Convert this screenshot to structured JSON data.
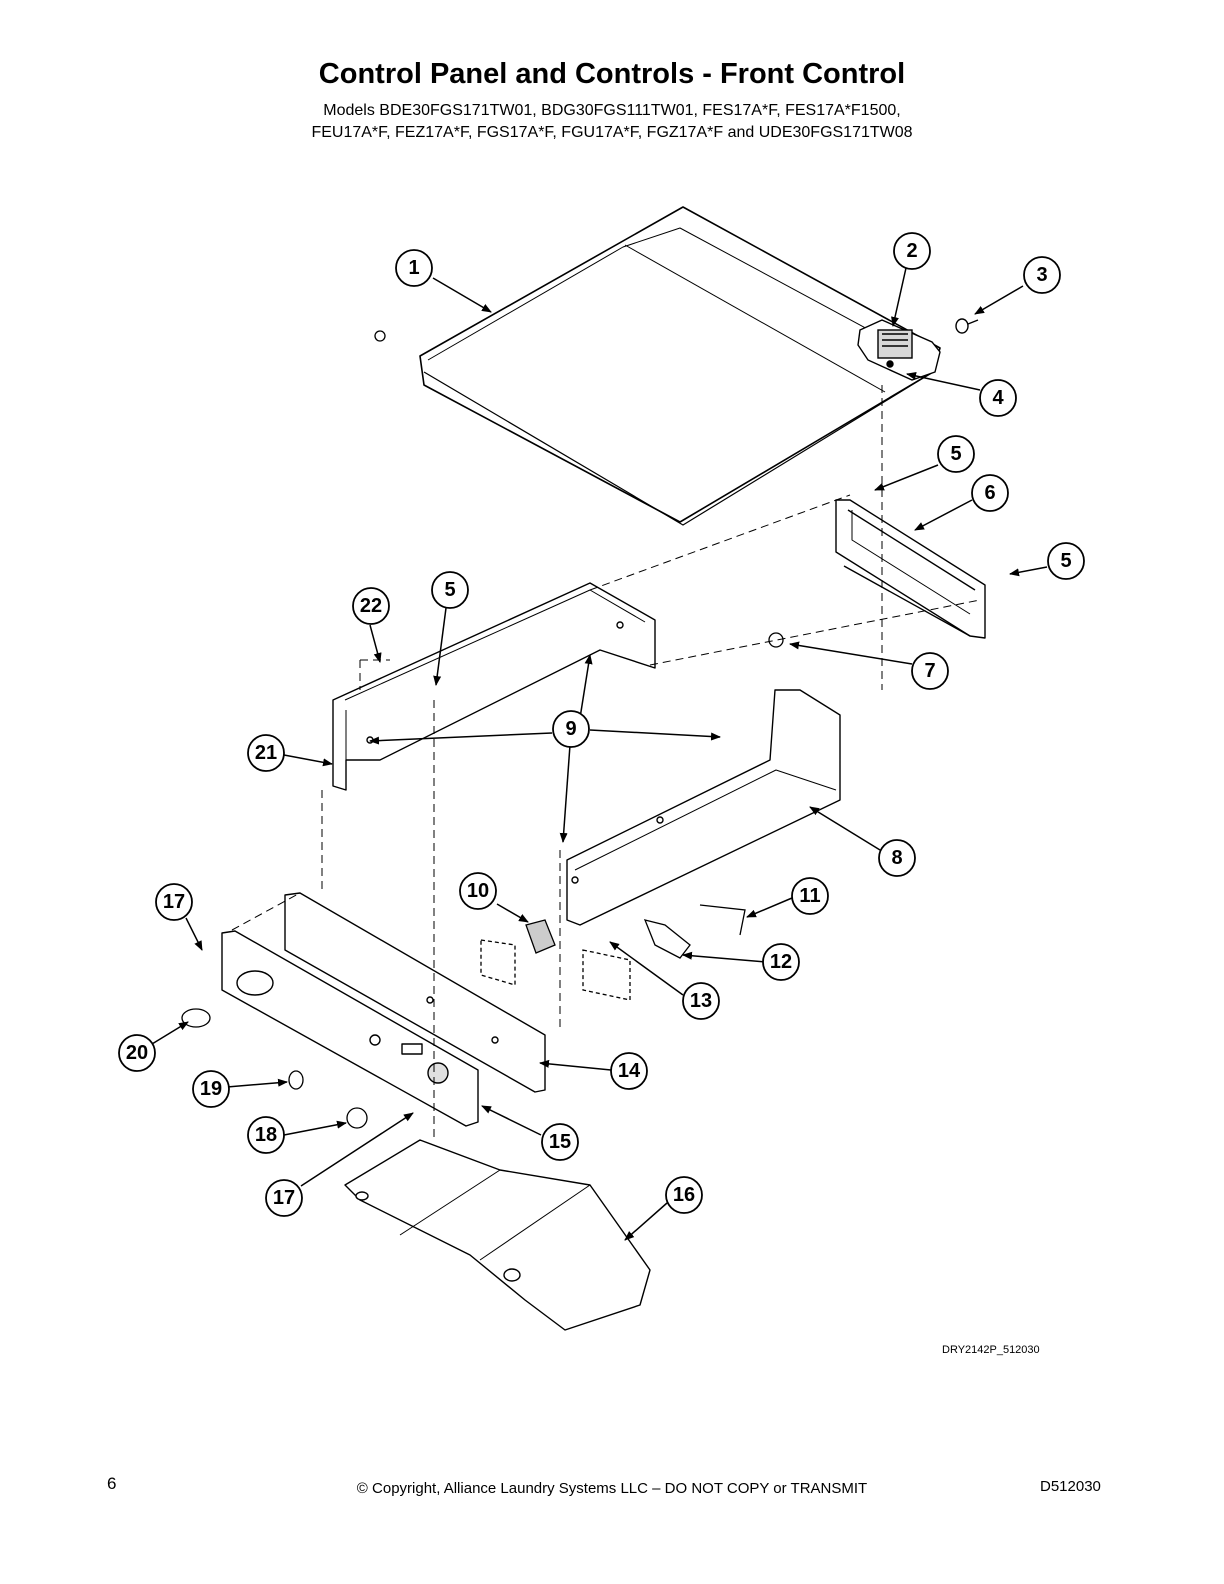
{
  "header": {
    "title": "Control Panel and Controls - Front Control",
    "models_line1": "Models BDE30FGS171TW01, BDG30FGS111TW01, FES17A*F, FES17A*F1500,",
    "models_line2": "FEU17A*F, FEZ17A*F, FGS17A*F, FGU17A*F, FGZ17A*F and UDE30FGS171TW08"
  },
  "diagram": {
    "drawing_code": "DRY2142P_512030",
    "callouts": [
      "1",
      "2",
      "3",
      "4",
      "5",
      "6",
      "5",
      "22",
      "5",
      "7",
      "9",
      "21",
      "8",
      "10",
      "11",
      "17",
      "12",
      "13",
      "14",
      "20",
      "19",
      "15",
      "18",
      "17",
      "16"
    ]
  },
  "footer": {
    "page_number": "6",
    "copyright": "© Copyright, Alliance Laundry Systems LLC – DO NOT COPY or TRANSMIT",
    "doc_id": "D512030"
  }
}
